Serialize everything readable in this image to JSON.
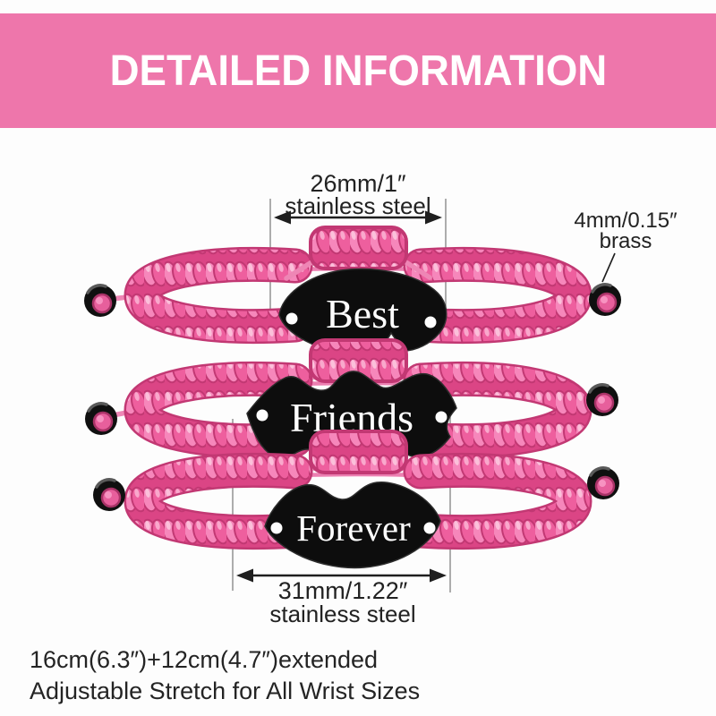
{
  "banner": {
    "title": "DETAILED INFORMATION",
    "bg_color": "#ee76ab",
    "text_color": "#ffffff"
  },
  "bracelets": [
    {
      "charm": "Best"
    },
    {
      "charm": "Friends"
    },
    {
      "charm": "Forever"
    }
  ],
  "measurements": {
    "charm_small": {
      "size": "26mm/1″",
      "material": "stainless steel"
    },
    "bead": {
      "size": "4mm/0.15″",
      "material": "brass"
    },
    "charm_large": {
      "size": "31mm/1.22″",
      "material": "stainless steel"
    }
  },
  "footer": {
    "length": "16cm(6.3″)+12cm(4.7″)extended",
    "fit": "Adjustable Stretch for All Wrist Sizes"
  },
  "colors": {
    "banner_pink": "#ee76ab",
    "rope_pink": "#ec5f9d",
    "rope_light": "#f687bb",
    "rope_deep": "#c23873",
    "charm_black": "#0d0d0d",
    "annotation_dark": "#222222"
  }
}
